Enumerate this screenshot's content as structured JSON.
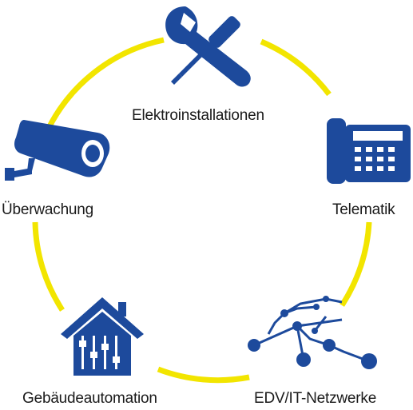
{
  "colors": {
    "ring": "#f2e500",
    "icon": "#1d4a9c",
    "text": "#1a1a1a",
    "background": "#ffffff"
  },
  "nodes": [
    {
      "id": "elektro",
      "label": "Elektroinstallationen",
      "icon": "wrench-screwdriver-icon"
    },
    {
      "id": "ueber",
      "label": "Überwachung",
      "icon": "security-camera-icon"
    },
    {
      "id": "tele",
      "label": "Telematik",
      "icon": "desk-phone-icon"
    },
    {
      "id": "gebaeude",
      "label": "Gebäudeautomation",
      "icon": "house-control-icon"
    },
    {
      "id": "edv",
      "label": "EDV/IT-Netzwerke",
      "icon": "network-nodes-icon"
    }
  ]
}
